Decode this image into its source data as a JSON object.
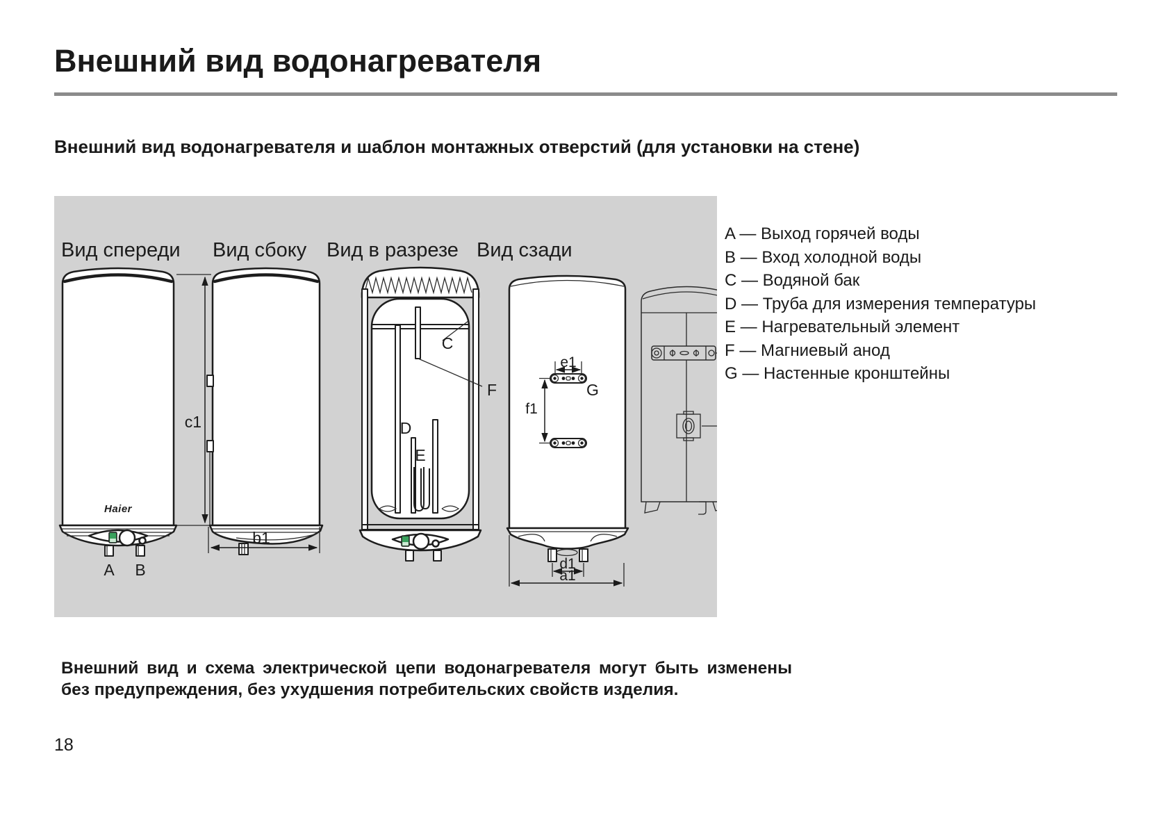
{
  "header": {
    "title": "Внешний вид водонагревателя",
    "rule_color": "#8b8b8b"
  },
  "subtitle": "Внешний вид водонагревателя и шаблон монтажных отверстий (для установки на стене)",
  "panel": {
    "bg_color": "#d2d2d2",
    "view_labels": [
      "Вид спереди",
      "Вид сбоку",
      "Вид в разрезе",
      "Вид сзади"
    ],
    "brand": "Haier",
    "led_color": "#3aa15d",
    "labels": {
      "A": "A",
      "B": "B",
      "C": "C",
      "D": "D",
      "E": "E",
      "F": "F",
      "G": "G",
      "c1": "c1",
      "b1": "b1",
      "d1": "d1",
      "a1": "a1",
      "e1": "e1",
      "f1": "f1"
    }
  },
  "legend": {
    "items": [
      "A — Выход горячей воды",
      "B — Вход холодной воды",
      "C — Водяной бак",
      "D — Труба для измерения температуры",
      "E — Нагревательный элемент",
      "F — Магниевый анод",
      "G — Настенные кронштейны"
    ]
  },
  "note": {
    "line1": "Внешний вид и схема электрической цепи водонагревателя могут быть изменены",
    "line2": "без предупреждения, без ухудшения потребительских свойств изделия."
  },
  "footer": {
    "page_number": "18"
  }
}
